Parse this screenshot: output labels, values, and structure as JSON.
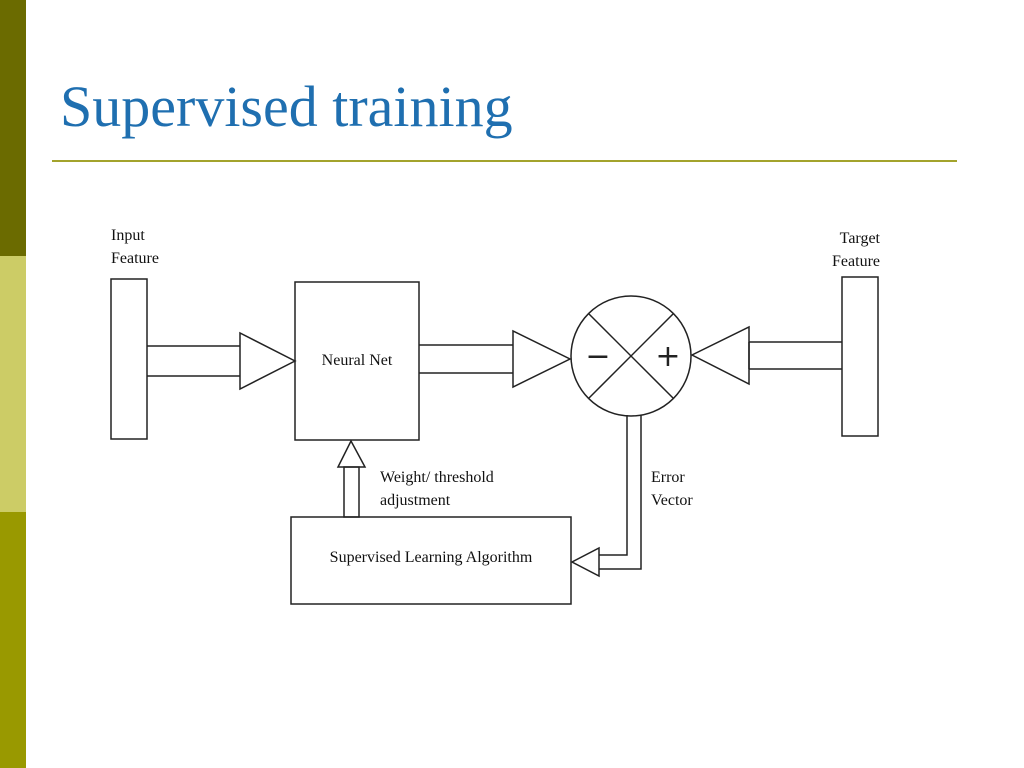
{
  "colors": {
    "sidebar_top": "#6b6b00",
    "sidebar_mid": "#cccc66",
    "sidebar_bottom": "#999900",
    "title": "#1f6fb0",
    "rule": "#a3a32c",
    "stroke": "#222222"
  },
  "slide": {
    "title": "Supervised training"
  },
  "diagram": {
    "input_label_line1": "Input",
    "input_label_line2": "Feature",
    "target_label_line1": "Target",
    "target_label_line2": "Feature",
    "neural_net_label": "Neural Net",
    "weight_label_line1": "Weight/ threshold",
    "weight_label_line2": "adjustment",
    "error_label_line1": "Error",
    "error_label_line2": "Vector",
    "algorithm_label": "Supervised Learning Algorithm",
    "minus_symbol": "−",
    "plus_symbol": "+"
  }
}
